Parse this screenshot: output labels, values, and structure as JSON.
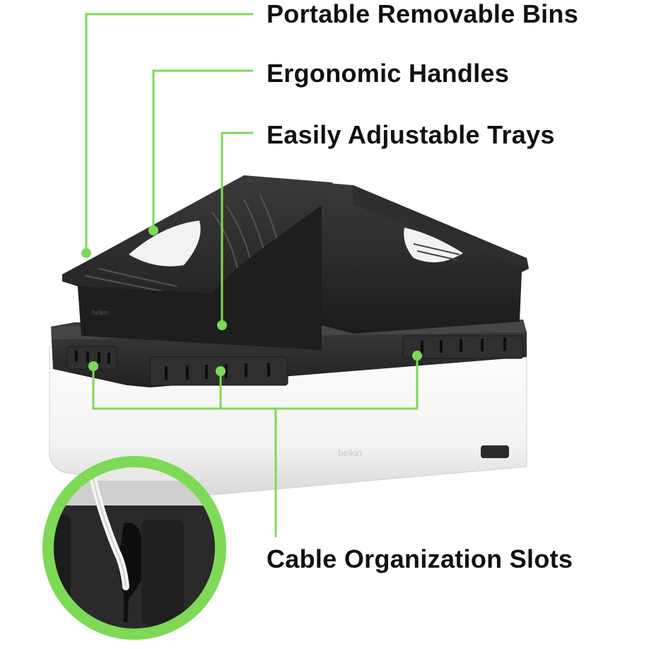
{
  "callouts": {
    "bins": "Portable Removable Bins",
    "handles": "Ergonomic Handles",
    "trays": "Easily Adjustable Trays",
    "slots": "Cable Organization Slots"
  },
  "brand": {
    "logo_text": "belkin"
  },
  "colors": {
    "accent": "#7ed957",
    "base_white": "#f2f2f2",
    "bin_black": "#262626"
  },
  "icons": {
    "callout_marker": "green-dot"
  }
}
